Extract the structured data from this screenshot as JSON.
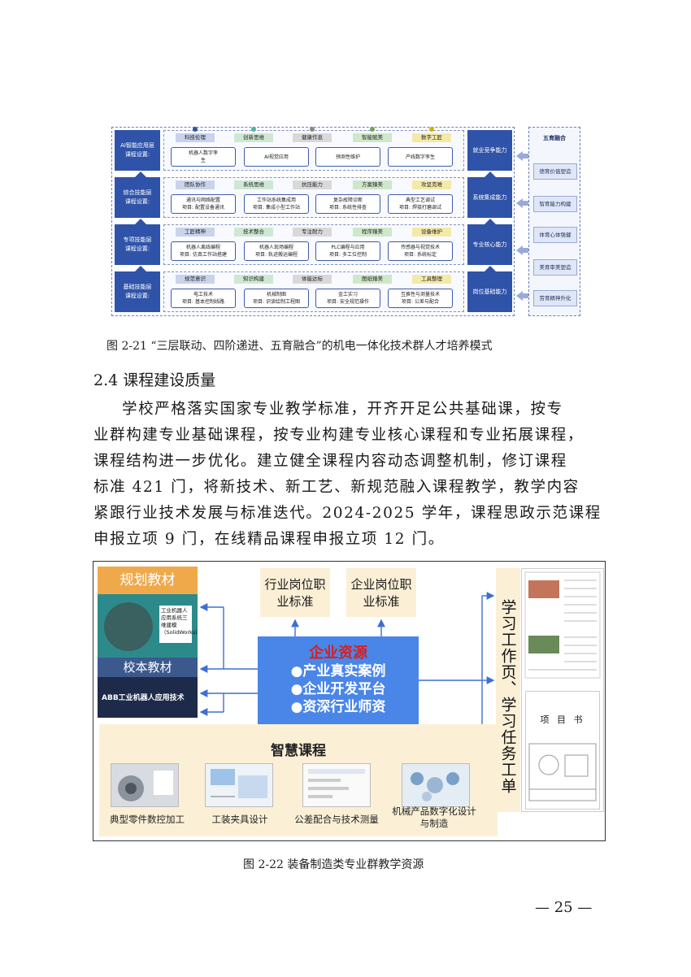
{
  "figure1": {
    "rows": [
      {
        "label1": "AI智能应用层",
        "label2": "课程设置:",
        "right": "就业竞争能力",
        "tags": [
          "科技伦理",
          "创新思维",
          "健康作息",
          "智能赋美",
          "数字工匠"
        ],
        "cells": [
          [
            "机器人数字孪",
            "生"
          ],
          [
            "AI视觉应用"
          ],
          [
            "预测性维护"
          ],
          [
            "产线数字孪生"
          ]
        ]
      },
      {
        "label1": "综合技能层",
        "label2": "课程设置:",
        "right": "系统集成能力",
        "tags": [
          "团队协作",
          "系统思维",
          "抗压能力",
          "方案臻美",
          "攻坚克难"
        ],
        "cells": [
          [
            "通讯与网络配置",
            "项目: 配置设备通讯"
          ],
          [
            "工作站系统集成用",
            "项目: 集成小型工作站"
          ],
          [
            "复杂故障诊断",
            "项目: 系统性排查"
          ],
          [
            "典型工艺调试",
            "项目: 焊接打磨调试"
          ]
        ]
      },
      {
        "label1": "专项技能层",
        "label2": "课程设置:",
        "right": "专业核心能力",
        "tags": [
          "工匠精神",
          "技术整合",
          "专注耐力",
          "程序臻美",
          "设备维护"
        ],
        "cells": [
          [
            "机器人离线编程",
            "项目: 仿真工作站搭建"
          ],
          [
            "机器人现场编程",
            "项目: 轨迹搬运编程"
          ],
          [
            "PLC编程与应用",
            "项目: 多工位控制"
          ],
          [
            "传感器与视觉技术",
            "项目: 系统标定"
          ]
        ]
      },
      {
        "label1": "基础技能层",
        "label2": "课程设置:",
        "right": "岗位基础能力",
        "tags": [
          "规范意识",
          "知识构建",
          "体能达标",
          "图纸臻美",
          "工具整理"
        ],
        "cells": [
          [
            "电工技术",
            "项目: 基本控制线路"
          ],
          [
            "机械制图",
            "项目: 识读绘制工程图"
          ],
          [
            "金工实习",
            "项目: 安全规范操作"
          ],
          [
            "互换性与测量技术",
            "项目: 公差与配合"
          ]
        ]
      }
    ],
    "side_title": "五育融合",
    "side_items": [
      "德育价值塑造",
      "智育能力构建",
      "体育心体强健",
      "美育审美塑造",
      "劳育精神升化"
    ],
    "tag_colors": [
      "#c9d3ec",
      "#cfe8d4",
      "#d9d9d9",
      "#cfe8c9",
      "#f5e9a8"
    ]
  },
  "caption1": "图 2-21 “三层联动、四阶递进、五育融合”的机电一体化技术群人才培养模式",
  "heading": "2.4 课程建设质量",
  "paragraph": [
    "学校严格落实国家专业教学标准，开齐开足公共基础课，按专",
    "业群构建专业基础课程，按专业构建专业核心课程和专业拓展课程，",
    "课程结构进一步优化。建立健全课程内容动态调整机制，修订课程",
    "标准 421 门，将新技术、新工艺、新规范融入课程教学，教学内容",
    "紧跟行业技术发展与标准迭代。2024-2025 学年，课程思政示范课程",
    "申报立项 9 门，在线精品课程申报立项 12 门。"
  ],
  "figure2": {
    "planned_textbooks": "规划教材",
    "book1_title": "工业机器人应用系统三维建模（SolidWorks）",
    "school_textbooks": "校本教材",
    "book2_title": "ABB工业机器人应用技术",
    "industry_standard": [
      "行业岗位职",
      "业标准"
    ],
    "enterprise_standard": [
      "企业岗位职",
      "业标准"
    ],
    "enterprise_title": "企业资源",
    "enterprise_items": [
      "●产业真实案例",
      "●企业开发平台",
      "●资深行业师资"
    ],
    "smart_course": "智慧课程",
    "courses": [
      "典型零件数控加工",
      "工装夹具设计",
      "公差配合与技术测量",
      "机械产品数字化设计与制造"
    ],
    "vertical_label": "学习工作页、学习任务工单",
    "worksheet_title": "项 目 书"
  },
  "caption2": "图 2-22  装备制造类专业群教学资源",
  "page_number": "— 25 —"
}
